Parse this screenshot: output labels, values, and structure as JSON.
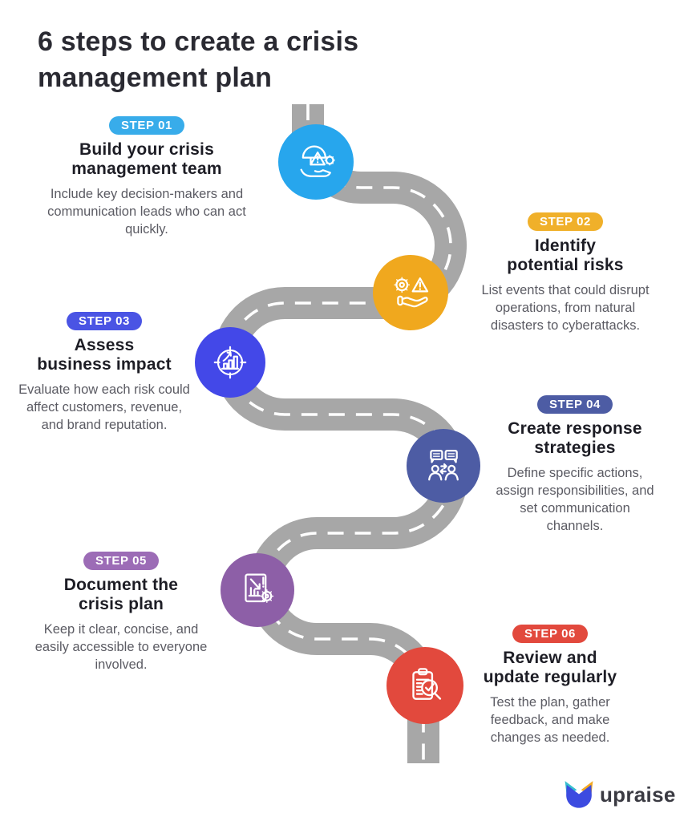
{
  "title": {
    "line1": "6 steps to create a crisis",
    "line2": "management plan"
  },
  "steps": [
    {
      "badge": "STEP 01",
      "title_lines": [
        "Build your crisis",
        "management team"
      ],
      "body": "Include key decision-makers and communication leads who can act quickly.",
      "circle_color": "#27A6ED",
      "badge_color": "#38ACEA",
      "icon": "umbrella-hand-icon"
    },
    {
      "badge": "STEP 02",
      "title_lines": [
        "Identify",
        "potential risks"
      ],
      "body": "List events that could disrupt operations, from natural disasters to cyberattacks.",
      "circle_color": "#F0A81E",
      "badge_color": "#F0B02A",
      "icon": "gear-warning-hand-icon"
    },
    {
      "badge": "STEP 03",
      "title_lines": [
        "Assess",
        "business impact"
      ],
      "body": "Evaluate how each risk could affect customers, revenue, and brand reputation.",
      "circle_color": "#4348E8",
      "badge_color": "#4A54E4",
      "icon": "target-chart-icon"
    },
    {
      "badge": "STEP 04",
      "title_lines": [
        "Create response",
        "strategies"
      ],
      "body": "Define specific actions, assign responsibilities, and set communication channels.",
      "circle_color": "#4D5CA4",
      "badge_color": "#4D5CA4",
      "icon": "people-discussion-icon"
    },
    {
      "badge": "STEP 05",
      "title_lines": [
        "Document the",
        "crisis plan"
      ],
      "body": "Keep it clear, concise, and easily accessible to everyone involved.",
      "circle_color": "#8D5FA7",
      "badge_color": "#9C6CB6",
      "icon": "document-gear-icon"
    },
    {
      "badge": "STEP 06",
      "title_lines": [
        "Review and",
        "update regularly"
      ],
      "body": "Test the plan, gather feedback, and make changes as needed.",
      "circle_color": "#E2493D",
      "badge_color": "#E2493D",
      "icon": "clipboard-magnifier-icon"
    }
  ],
  "road": {
    "color": "#A7A7A7",
    "dash_color": "#FFFFFF"
  },
  "logo": {
    "text": "upraise",
    "mark_left_ear": "#35BFCE",
    "mark_right_ear": "#F5A91F",
    "mark_body": "#3C4BE0"
  },
  "text_colors": {
    "title": "#2A2A32",
    "heading": "#1D1D25",
    "body": "#5B5B63"
  }
}
